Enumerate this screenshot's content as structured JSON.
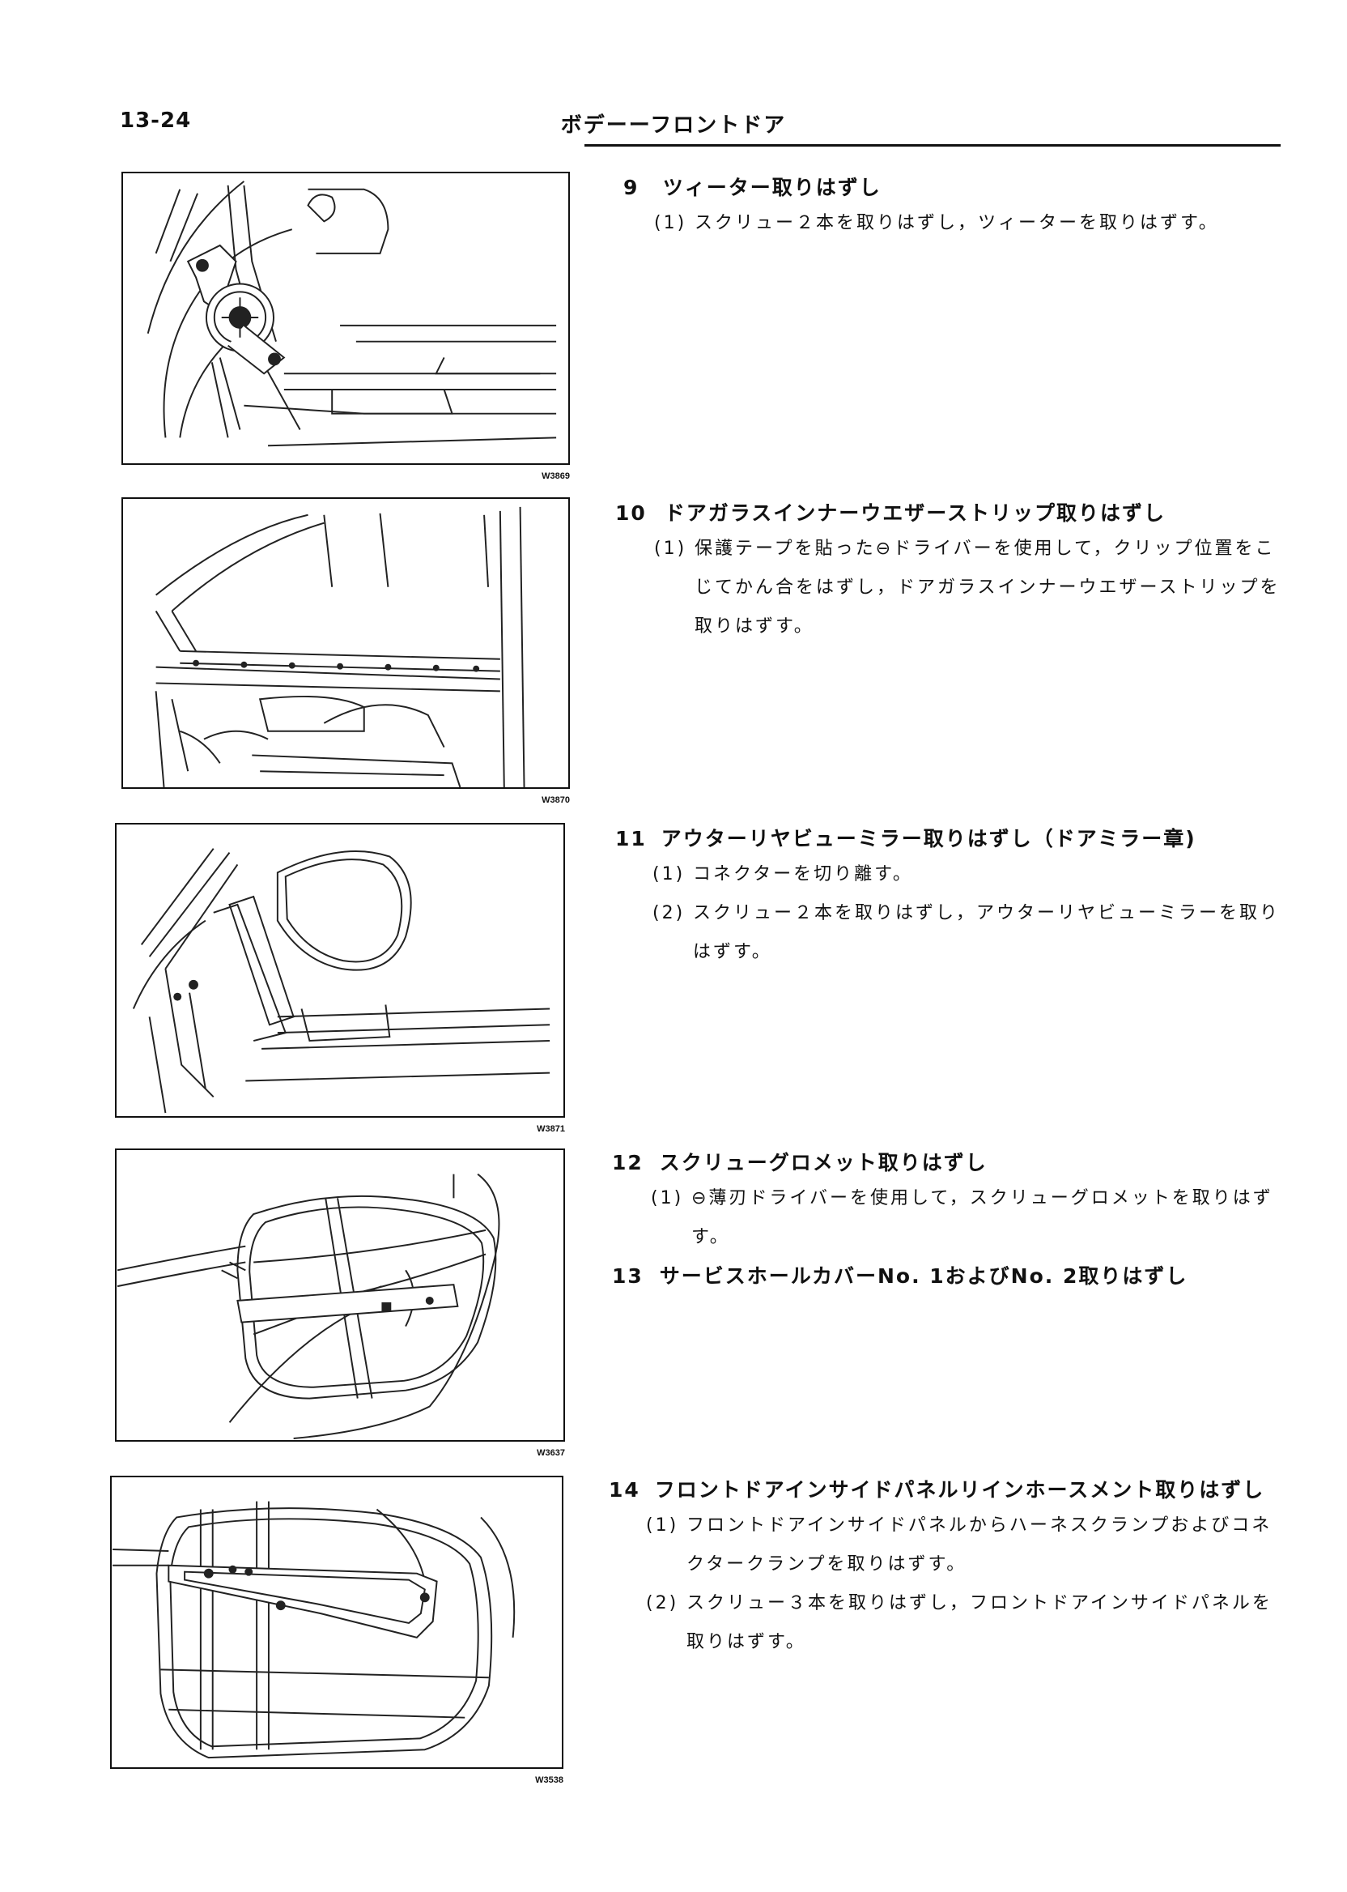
{
  "header": {
    "page_number": "13-24",
    "title": "ボデーーフロントドア"
  },
  "figures": [
    {
      "code": "W3869"
    },
    {
      "code": "W3870"
    },
    {
      "code": "W3871"
    },
    {
      "code": "W3637"
    },
    {
      "code": "W3538"
    }
  ],
  "steps": [
    {
      "number": "9",
      "title": "ツィーター取りはずし",
      "substeps": [
        {
          "mark": "(1)",
          "text": "スクリュー２本を取りはずし，ツィーターを取りはずす。"
        }
      ]
    },
    {
      "number": "10",
      "title": "ドアガラスインナーウエザーストリップ取りはずし",
      "substeps": [
        {
          "mark": "(1)",
          "text": "保護テープを貼った⊖ドライバーを使用して，クリップ位置をこじてかん合をはずし，ドアガラスインナーウエザーストリップを取りはずす。"
        }
      ]
    },
    {
      "number": "11",
      "title": "アウターリヤビューミラー取りはずし（ドアミラー章)",
      "substeps": [
        {
          "mark": "(1)",
          "text": "コネクターを切り離す。"
        },
        {
          "mark": "(2)",
          "text": "スクリュー２本を取りはずし，アウターリヤビューミラーを取りはずす。"
        }
      ]
    },
    {
      "number": "12",
      "title": "スクリューグロメット取りはずし",
      "substeps": [
        {
          "mark": "(1)",
          "text": "⊖薄刃ドライバーを使用して，スクリューグロメットを取りはずす。"
        }
      ]
    },
    {
      "number": "13",
      "title": "サービスホールカバーNo. 1およびNo. 2取りはずし",
      "substeps": []
    },
    {
      "number": "14",
      "title": "フロントドアインサイドパネルリインホースメント取りはずし",
      "substeps": [
        {
          "mark": "(1)",
          "text": "フロントドアインサイドパネルからハーネスクランプおよびコネクタークランプを取りはずす。"
        },
        {
          "mark": "(2)",
          "text": "スクリュー３本を取りはずし，フロントドアインサイドパネルを取りはずす。"
        }
      ]
    }
  ]
}
